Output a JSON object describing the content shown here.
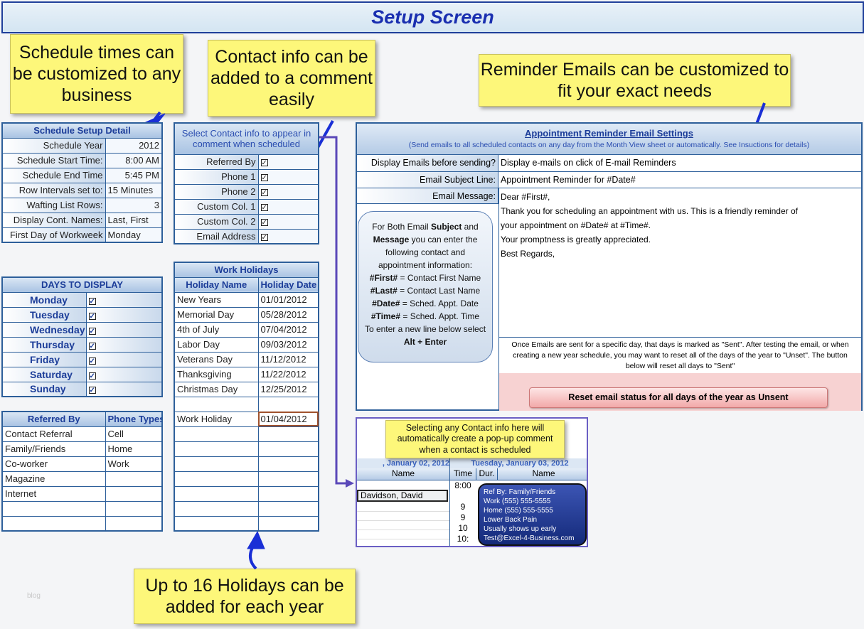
{
  "title": "Setup Screen",
  "callouts": {
    "schedule": "Schedule times can be customized to any business",
    "contact": "Contact info can be added  to a comment easily",
    "reminder": "Reminder Emails can be customized to fit your exact needs",
    "holidays": "Up to 16 Holidays can be added for each year",
    "popup": "Selecting any Contact info here will automatically create a pop-up comment when a contact is scheduled"
  },
  "schedule_setup": {
    "header": "Schedule Setup Detail",
    "rows": [
      {
        "label": "Schedule Year",
        "value": "2012"
      },
      {
        "label": "Schedule Start Time:",
        "value": "8:00 AM"
      },
      {
        "label": "Schedule End Time",
        "value": "5:45 PM"
      },
      {
        "label": "Row Intervals set to:",
        "value": "15 Minutes"
      },
      {
        "label": "Wafting List Rows:",
        "value": "3"
      },
      {
        "label": "Display Cont. Names:",
        "value": "Last, First"
      },
      {
        "label": "First Day of Workweek",
        "value": "Monday"
      }
    ]
  },
  "contact_info": {
    "header": "Select Contact info to appear in comment when scheduled",
    "rows": [
      {
        "label": "Referred By",
        "checked": true
      },
      {
        "label": "Phone 1",
        "checked": true
      },
      {
        "label": "Phone 2",
        "checked": true
      },
      {
        "label": "Custom Col. 1",
        "checked": true
      },
      {
        "label": "Custom Col. 2",
        "checked": true
      },
      {
        "label": "Email Address",
        "checked": true
      }
    ]
  },
  "days": {
    "header": "DAYS TO DISPLAY",
    "rows": [
      {
        "label": "Monday",
        "checked": true
      },
      {
        "label": "Tuesday",
        "checked": true
      },
      {
        "label": "Wednesday",
        "checked": true
      },
      {
        "label": "Thursday",
        "checked": true
      },
      {
        "label": "Friday",
        "checked": true
      },
      {
        "label": "Saturday",
        "checked": true
      },
      {
        "label": "Sunday",
        "checked": true
      }
    ]
  },
  "holidays": {
    "title": "Work Holidays",
    "col_name": "Holiday Name",
    "col_date": "Holiday Date",
    "rows": [
      {
        "name": "New Years",
        "date": "01/01/2012"
      },
      {
        "name": "Memorial Day",
        "date": "05/28/2012"
      },
      {
        "name": "4th of July",
        "date": "07/04/2012"
      },
      {
        "name": "Labor Day",
        "date": "09/03/2012"
      },
      {
        "name": "Veterans Day",
        "date": "11/12/2012"
      },
      {
        "name": "Thanksgiving",
        "date": "11/22/2012"
      },
      {
        "name": "Christmas Day",
        "date": "12/25/2012"
      },
      {
        "name": "",
        "date": ""
      },
      {
        "name": "Work Holiday",
        "date": "01/04/2012"
      },
      {
        "name": "",
        "date": ""
      },
      {
        "name": "",
        "date": ""
      },
      {
        "name": "",
        "date": ""
      },
      {
        "name": "",
        "date": ""
      },
      {
        "name": "",
        "date": ""
      },
      {
        "name": "",
        "date": ""
      },
      {
        "name": "",
        "date": ""
      }
    ]
  },
  "referred": {
    "col_ref": "Referred By",
    "col_phone": "Phone Types",
    "rows": [
      {
        "ref": "Contact Referral",
        "phone": "Cell"
      },
      {
        "ref": "Family/Friends",
        "phone": "Home"
      },
      {
        "ref": "Co-worker",
        "phone": "Work"
      },
      {
        "ref": "Magazine",
        "phone": ""
      },
      {
        "ref": "Internet",
        "phone": ""
      },
      {
        "ref": "",
        "phone": ""
      },
      {
        "ref": "",
        "phone": ""
      }
    ]
  },
  "email": {
    "title": "Appointment Reminder Email Settings",
    "subtitle": "(Send emails to all scheduled contacts on any day from the Month View sheet or automatically. See Insuctions for details)",
    "display_label": "Display Emails before sending?",
    "display_value": "Display e-mails on click of E-mail Reminders",
    "subject_label": "Email Subject Line:",
    "subject_value": "Appointment Reminder for #Date#",
    "message_label": "Email Message:",
    "message_lines": [
      "Dear #First#,",
      "Thank you for scheduling an appointment with us. This is a friendly reminder of",
      "your appointment on #Date# at #Time#.",
      "Your promptness is greatly appreciated.",
      "Best Regards,"
    ],
    "note": "Once Emails are sent for a specific day, that days is marked as \"Sent\". After testing the email, or when creating a new year schedule, you may want to reset all of the days of the year to \"Unset\". The button below will reset all days to \"Sent\"",
    "reset_button": "Reset email status for all days of the year as Unsent"
  },
  "bubble": {
    "p1": "For Both Email ",
    "b1": "Subject",
    "p2": " and ",
    "b2": "Message",
    "p3": " you can enter the following contact and appointment information:",
    "lines": [
      {
        "k": "#First#",
        "v": " = Contact First Name"
      },
      {
        "k": "#Last#",
        "v": " = Contact Last Name"
      },
      {
        "k": "#Date#",
        "v": " = Sched. Appt. Date"
      },
      {
        "k": "#Time#",
        "v": " = Sched. Appt. Time"
      }
    ],
    "end1": "To enter a new line below select ",
    "end_key": "Alt + Enter"
  },
  "preview": {
    "day1": ", January 02, 2012",
    "day2": "Tuesday, January 03, 2012",
    "col_name": "Name",
    "col_time": "Time",
    "col_dur": "Dur.",
    "col_name2": "Name",
    "times": [
      "8:00",
      "",
      "9",
      "9",
      "10",
      "10:"
    ],
    "contact": "Davidson, David",
    "tip": [
      "Ref By: Family/Friends",
      "Work (555) 555-5555",
      "Home (555) 555-5555",
      "Lower Back Pain",
      "Usually shows up early",
      "Test@Excel-4-Business.com"
    ]
  },
  "watermark": "blog",
  "colors": {
    "accent": "#1c3d99",
    "callout": "#fdf77a",
    "reset": "#f7c4c4"
  }
}
